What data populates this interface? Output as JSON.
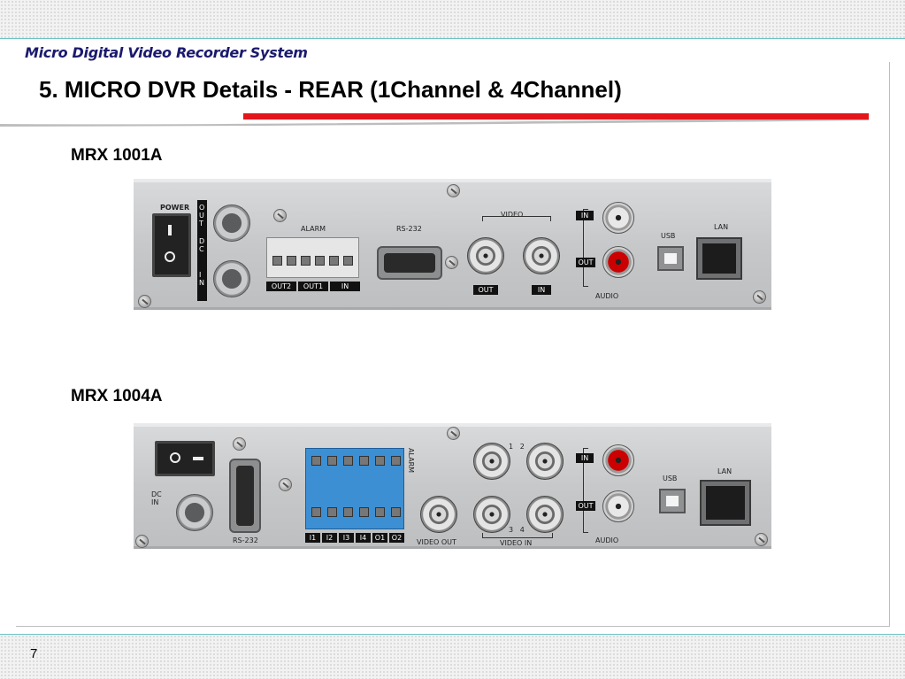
{
  "header": {
    "subtitle": "Micro Digital Video Recorder System"
  },
  "slide": {
    "title": "5. MICRO DVR Details - REAR (1Channel & 4Channel)",
    "page_number": "7",
    "accent_color": "#e3161b"
  },
  "device1": {
    "model": "MRX 1001A",
    "labels": {
      "power": "POWER",
      "out_v": "O\nU\nT",
      "dc_v": "D\nC",
      "in_v": "I\nN",
      "alarm": "ALARM",
      "rs232": "RS-232",
      "video": "VIDEO",
      "usb": "USB",
      "lan": "LAN",
      "audio": "AUDIO"
    },
    "tags": {
      "out2": "OUT2",
      "out1": "OUT1",
      "in": "IN",
      "video_out": "OUT",
      "video_in": "IN",
      "audio_in": "IN",
      "audio_out": "OUT"
    }
  },
  "device2": {
    "model": "MRX 1004A",
    "labels": {
      "dc_in": "DC\nIN",
      "rs232": "RS-232",
      "alarm": "ALARM",
      "ch12": "1   2",
      "ch34": "3   4",
      "video_out": "VIDEO OUT",
      "video_in": "VIDEO IN",
      "usb": "USB",
      "lan": "LAN",
      "audio": "AUDIO"
    },
    "tags": {
      "i1": "I1",
      "i2": "I2",
      "i3": "I3",
      "i4": "I4",
      "o1": "O1",
      "o2": "O2",
      "audio_in": "IN",
      "audio_out": "OUT"
    }
  }
}
